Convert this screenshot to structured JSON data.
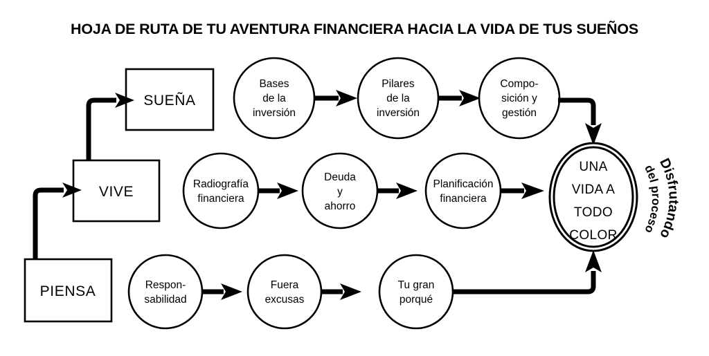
{
  "page": {
    "title": "HOJA DE RUTA DE TU AVENTURA FINANCIERA HACIA LA VIDA DE TUS SUEÑOS",
    "background_color": "#ffffff",
    "ink_color": "#000000"
  },
  "stages": [
    {
      "id": "suena",
      "label": "SUEÑA"
    },
    {
      "id": "vive",
      "label": "VIVE"
    },
    {
      "id": "piensa",
      "label": "PIENSA"
    }
  ],
  "rows": {
    "top": {
      "stage": "SUEÑA",
      "nodes": [
        {
          "id": "bases",
          "lines": [
            "Bases",
            "de la",
            "inversión"
          ]
        },
        {
          "id": "pilares",
          "lines": [
            "Pilares",
            "de la",
            "inversión"
          ]
        },
        {
          "id": "compo",
          "lines": [
            "Compo-",
            "sición y",
            "gestión"
          ]
        }
      ]
    },
    "middle": {
      "stage": "VIVE",
      "nodes": [
        {
          "id": "radiografia",
          "lines": [
            "Radiografía",
            "financiera"
          ]
        },
        {
          "id": "deuda",
          "lines": [
            "Deuda",
            "y",
            "ahorro"
          ]
        },
        {
          "id": "planificacion",
          "lines": [
            "Planificación",
            "financiera"
          ]
        }
      ]
    },
    "bottom": {
      "stage": "PIENSA",
      "nodes": [
        {
          "id": "responsabilidad",
          "lines": [
            "Respon-",
            "sabilidad"
          ]
        },
        {
          "id": "excusas",
          "lines": [
            "Fuera",
            "excusas"
          ]
        },
        {
          "id": "porque",
          "lines": [
            "Tu gran",
            "porqué"
          ]
        }
      ]
    }
  },
  "goal": {
    "id": "meta",
    "lines": [
      "UNA",
      "VIDA A",
      "TODO",
      "COLOR"
    ]
  },
  "arc_labels": {
    "outer": "Disfrutando",
    "inner": "del proceso"
  }
}
